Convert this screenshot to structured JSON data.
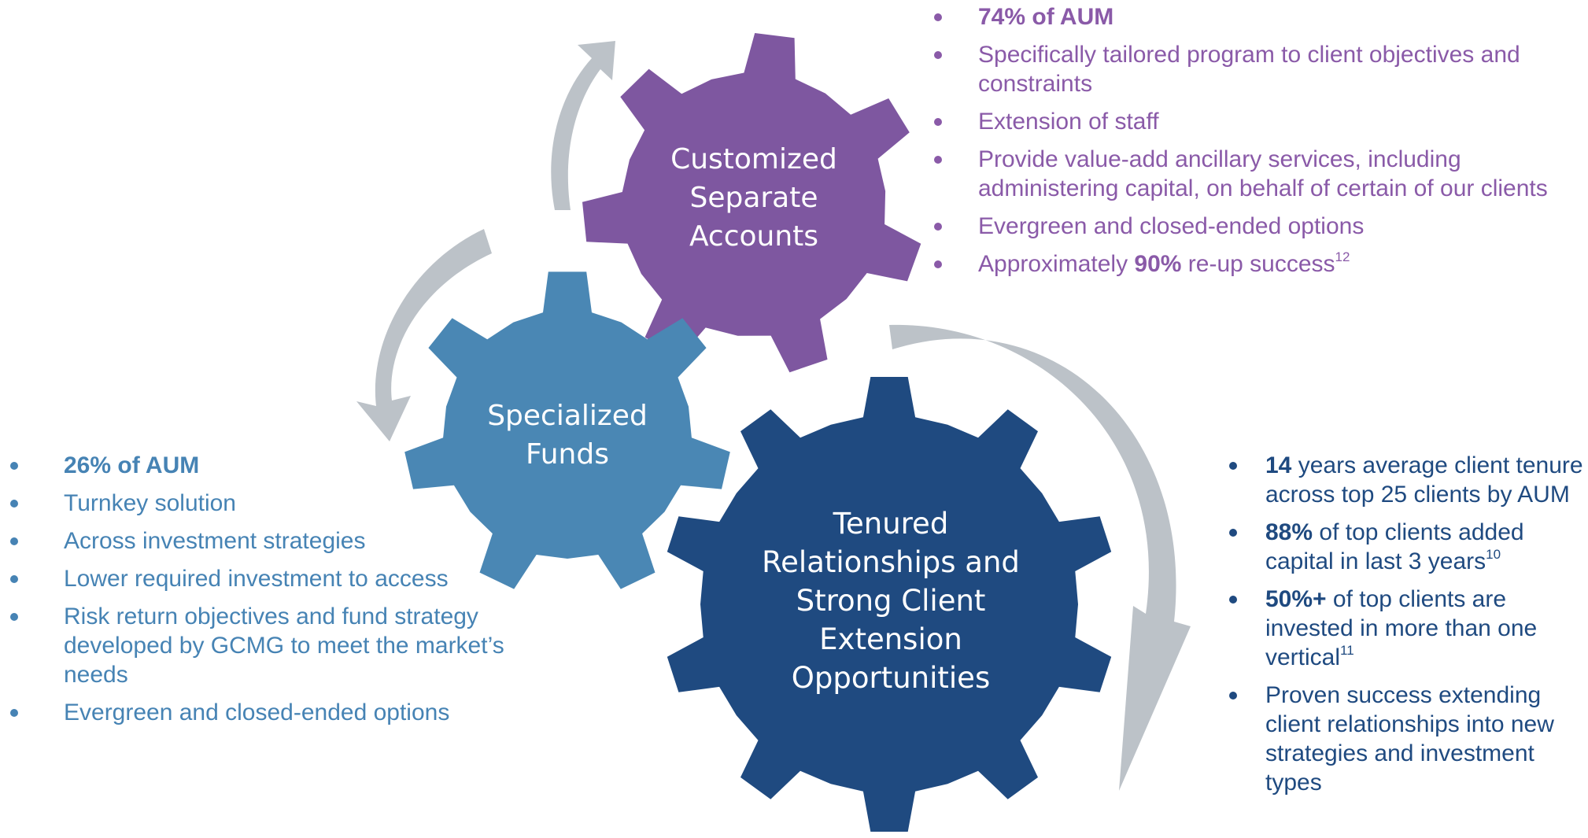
{
  "colors": {
    "purple": "#7e57a0",
    "mid_blue": "#4a87b4",
    "dark_blue": "#1f4a80",
    "arrow_gray": "#bcc2c8",
    "purple_text": "#8a5aa8",
    "blue_text": "#4683b4",
    "navy_text": "#1f4a80"
  },
  "gears": {
    "separate_accounts": {
      "lines": [
        "Customized",
        "Separate",
        "Accounts"
      ]
    },
    "specialized_funds": {
      "lines": [
        "Specialized",
        "Funds"
      ]
    },
    "tenured": {
      "lines": [
        "Tenured",
        "Relationships and",
        "Strong Client",
        "Extension",
        "Opportunities"
      ]
    }
  },
  "separate_accounts_bullets": {
    "b0": {
      "bold": "74% of AUM"
    },
    "b1": {
      "text": "Specifically tailored program to client objectives and constraints"
    },
    "b2": {
      "text": "Extension of staff"
    },
    "b3": {
      "text": "Provide value-add ancillary services, including administering capital, on behalf of certain of our clients"
    },
    "b4": {
      "text": "Evergreen and closed-ended options"
    },
    "b5": {
      "pre": "Approximately ",
      "bold": "90%",
      "post": " re-up success",
      "sup": "12"
    }
  },
  "specialized_funds_bullets": {
    "b0": {
      "bold": "26% of AUM"
    },
    "b1": {
      "text": "Turnkey solution"
    },
    "b2": {
      "text": "Across investment strategies"
    },
    "b3": {
      "text": "Lower required investment to access"
    },
    "b4": {
      "text": "Risk return objectives and fund strategy developed by GCMG to meet the market’s needs"
    },
    "b5": {
      "text": "Evergreen and closed-ended options"
    }
  },
  "tenured_bullets": {
    "b0": {
      "bold": "14",
      "post": " years average client tenure across top 25 clients by AUM"
    },
    "b1": {
      "bold": "88%",
      "post": " of top clients added capital in last 3 years",
      "sup": "10"
    },
    "b2": {
      "bold": "50%+",
      "post": " of top clients are invested in more than one vertical",
      "sup": "11"
    },
    "b3": {
      "text": "Proven success extending client relationships into new strategies and investment types"
    }
  }
}
